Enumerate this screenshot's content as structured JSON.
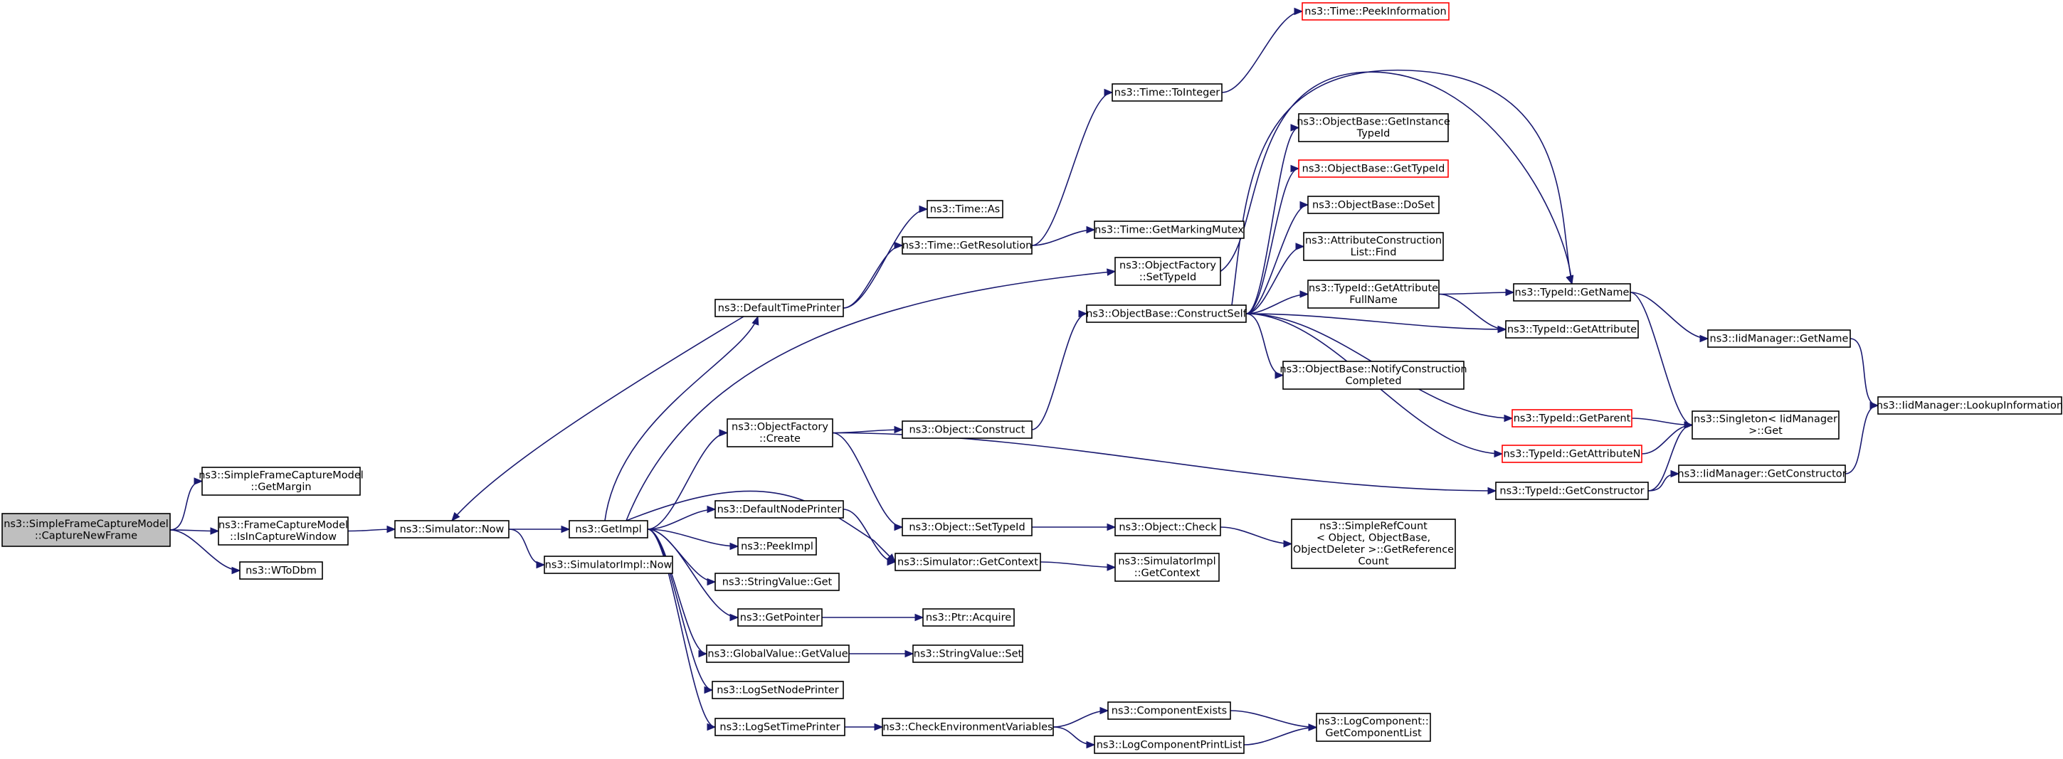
{
  "colors": {
    "edge": "#191970",
    "root_fill": "#bfbfbf",
    "truncated_border": "#ff0000",
    "border": "#000000"
  },
  "nodes": [
    {
      "id": "n_cnf",
      "lines": [
        "ns3::SimpleFrameCaptureModel",
        "::CaptureNewFrame"
      ],
      "root": true
    },
    {
      "id": "n_gmargin",
      "lines": [
        "ns3::SimpleFrameCaptureModel",
        "::GetMargin"
      ]
    },
    {
      "id": "n_isincap",
      "lines": [
        "ns3::FrameCaptureModel",
        "::IsInCaptureWindow"
      ]
    },
    {
      "id": "n_wtodbm",
      "lines": [
        "ns3::WToDbm"
      ]
    },
    {
      "id": "n_simnow",
      "lines": [
        "ns3::Simulator::Now"
      ]
    },
    {
      "id": "n_getimpl",
      "lines": [
        "ns3::GetImpl"
      ]
    },
    {
      "id": "n_simimplnow",
      "lines": [
        "ns3::SimulatorImpl::Now"
      ]
    },
    {
      "id": "n_dtp",
      "lines": [
        "ns3::DefaultTimePrinter"
      ]
    },
    {
      "id": "n_ofcreate",
      "lines": [
        "ns3::ObjectFactory",
        "::Create"
      ]
    },
    {
      "id": "n_dnp",
      "lines": [
        "ns3::DefaultNodePrinter"
      ]
    },
    {
      "id": "n_peekimpl",
      "lines": [
        "ns3::PeekImpl"
      ]
    },
    {
      "id": "n_svget",
      "lines": [
        "ns3::StringValue::Get"
      ]
    },
    {
      "id": "n_getpointer",
      "lines": [
        "ns3::GetPointer"
      ]
    },
    {
      "id": "n_gvgetvalue",
      "lines": [
        "ns3::GlobalValue::GetValue"
      ]
    },
    {
      "id": "n_logsetnode",
      "lines": [
        "ns3::LogSetNodePrinter"
      ]
    },
    {
      "id": "n_logsettime",
      "lines": [
        "ns3::LogSetTimePrinter"
      ]
    },
    {
      "id": "n_timeas",
      "lines": [
        "ns3::Time::As"
      ]
    },
    {
      "id": "n_getres",
      "lines": [
        "ns3::Time::GetResolution"
      ]
    },
    {
      "id": "n_oconstruct",
      "lines": [
        "ns3::Object::Construct"
      ]
    },
    {
      "id": "n_osettypeid",
      "lines": [
        "ns3::Object::SetTypeId"
      ]
    },
    {
      "id": "n_simgetctx",
      "lines": [
        "ns3::Simulator::GetContext"
      ]
    },
    {
      "id": "n_ptracquire",
      "lines": [
        "ns3::Ptr::Acquire"
      ]
    },
    {
      "id": "n_svset",
      "lines": [
        "ns3::StringValue::Set"
      ]
    },
    {
      "id": "n_checkenv",
      "lines": [
        "ns3::CheckEnvironmentVariables"
      ]
    },
    {
      "id": "n_toint",
      "lines": [
        "ns3::Time::ToInteger"
      ]
    },
    {
      "id": "n_peekinfo",
      "lines": [
        "ns3::Time::PeekInformation"
      ],
      "red": true
    },
    {
      "id": "n_markmutex",
      "lines": [
        "ns3::Time::GetMarkingMutex"
      ]
    },
    {
      "id": "n_ofsettypeid",
      "lines": [
        "ns3::ObjectFactory",
        "::SetTypeId"
      ]
    },
    {
      "id": "n_obconstruct",
      "lines": [
        "ns3::ObjectBase::ConstructSelf"
      ]
    },
    {
      "id": "n_ocheck",
      "lines": [
        "ns3::Object::Check"
      ]
    },
    {
      "id": "n_simimplgetctx",
      "lines": [
        "ns3::SimulatorImpl",
        "::GetContext"
      ]
    },
    {
      "id": "n_compexists",
      "lines": [
        "ns3::ComponentExists"
      ]
    },
    {
      "id": "n_logcompprint",
      "lines": [
        "ns3::LogComponentPrintList"
      ]
    },
    {
      "id": "n_getinsttid",
      "lines": [
        "ns3::ObjectBase::GetInstance",
        "TypeId"
      ]
    },
    {
      "id": "n_obgettid",
      "lines": [
        "ns3::ObjectBase::GetTypeId"
      ],
      "red": true
    },
    {
      "id": "n_dostset",
      "lines": [
        "ns3::ObjectBase::DoSet"
      ]
    },
    {
      "id": "n_attrfind",
      "lines": [
        "ns3::AttributeConstruction",
        "List::Find"
      ]
    },
    {
      "id": "n_tidgetattrfull",
      "lines": [
        "ns3::TypeId::GetAttribute",
        "FullName"
      ]
    },
    {
      "id": "n_notifyconst",
      "lines": [
        "ns3::ObjectBase::NotifyConstruction",
        "Completed"
      ]
    },
    {
      "id": "n_srcgetref",
      "lines": [
        "ns3::SimpleRefCount",
        "< Object, ObjectBase,",
        "ObjectDeleter >::GetReference",
        "Count"
      ]
    },
    {
      "id": "n_lcgetcomplist",
      "lines": [
        "ns3::LogComponent::",
        "GetComponentList"
      ]
    },
    {
      "id": "n_tidgetname",
      "lines": [
        "ns3::TypeId::GetName"
      ]
    },
    {
      "id": "n_tidgetattr",
      "lines": [
        "ns3::TypeId::GetAttribute"
      ]
    },
    {
      "id": "n_tidgetparent",
      "lines": [
        "ns3::TypeId::GetParent"
      ],
      "red": true
    },
    {
      "id": "n_tidgetattrn",
      "lines": [
        "ns3::TypeId::GetAttributeN"
      ],
      "red": true
    },
    {
      "id": "n_tidgetctor",
      "lines": [
        "ns3::TypeId::GetConstructor"
      ]
    },
    {
      "id": "n_iidgetname",
      "lines": [
        "ns3::IidManager::GetName"
      ]
    },
    {
      "id": "n_singleton",
      "lines": [
        "ns3::Singleton< IidManager",
        " >::Get"
      ]
    },
    {
      "id": "n_iidgetctor",
      "lines": [
        "ns3::IidManager::GetConstructor"
      ]
    },
    {
      "id": "n_iidlookup",
      "lines": [
        "ns3::IidManager::LookupInformation"
      ]
    }
  ]
}
